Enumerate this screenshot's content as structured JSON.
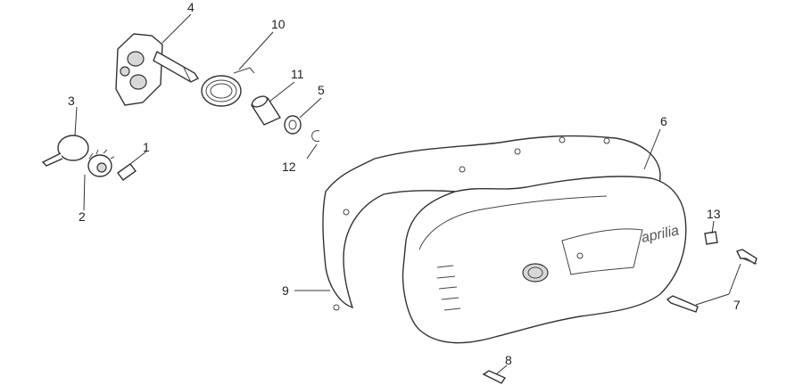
{
  "callouts": [
    {
      "id": "1",
      "label": "1"
    },
    {
      "id": "2",
      "label": "2"
    },
    {
      "id": "3",
      "label": "3"
    },
    {
      "id": "4",
      "label": "4"
    },
    {
      "id": "5",
      "label": "5"
    },
    {
      "id": "6",
      "label": "6"
    },
    {
      "id": "7",
      "label": "7"
    },
    {
      "id": "8",
      "label": "8"
    },
    {
      "id": "9",
      "label": "9"
    },
    {
      "id": "10",
      "label": "10"
    },
    {
      "id": "11",
      "label": "11"
    },
    {
      "id": "12",
      "label": "12"
    },
    {
      "id": "13",
      "label": "13"
    }
  ],
  "cover_logo": "aprilia"
}
